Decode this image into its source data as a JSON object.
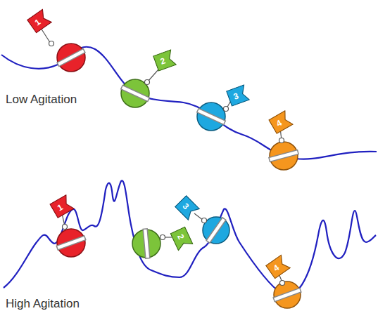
{
  "diagram": {
    "nodes": [
      {
        "text": [
          "1"
        ]
      },
      {
        "text": [
          "2"
        ]
      },
      {
        "text": [
          "3"
        ]
      },
      {
        "text": [
          "4"
        ]
      },
      {
        "text": [
          "1"
        ]
      },
      {
        "text": [
          "2"
        ]
      },
      {
        "text": [
          "3"
        ]
      },
      {
        "text": [
          "4"
        ]
      }
    ],
    "labels": [
      "Low Agitation",
      "High Agitation"
    ]
  }
}
